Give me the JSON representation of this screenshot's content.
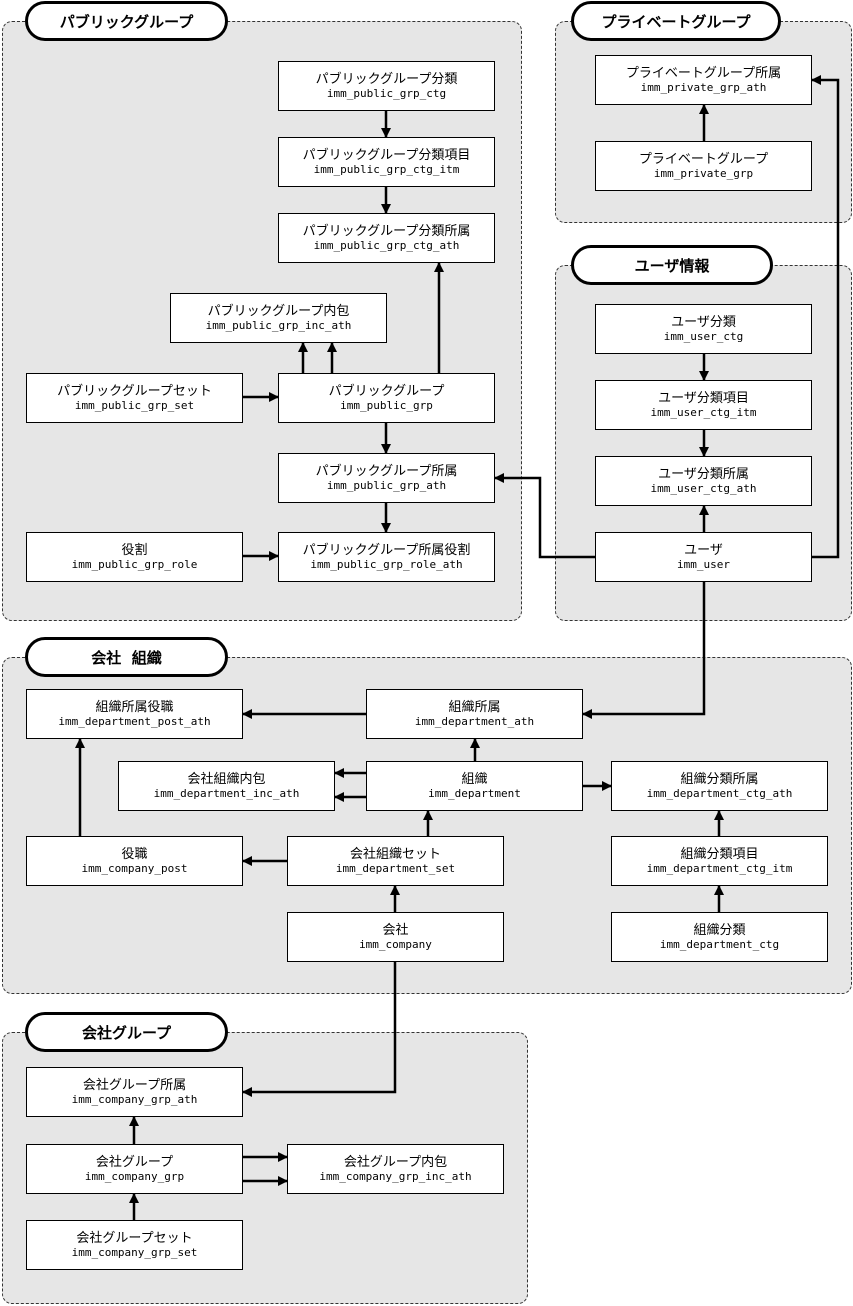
{
  "groups": {
    "public_group": "パブリックグループ",
    "private_group": "プライベートグループ",
    "user_info": "ユーザ情報",
    "company_org": "会社  組織",
    "company_group": "会社グループ"
  },
  "entities": {
    "public_grp_ctg": {
      "jp": "パブリックグループ分類",
      "en": "imm_public_grp_ctg"
    },
    "public_grp_ctg_itm": {
      "jp": "パブリックグループ分類項目",
      "en": "imm_public_grp_ctg_itm"
    },
    "public_grp_ctg_ath": {
      "jp": "パブリックグループ分類所属",
      "en": "imm_public_grp_ctg_ath"
    },
    "public_grp_inc_ath": {
      "jp": "パブリックグループ内包",
      "en": "imm_public_grp_inc_ath"
    },
    "public_grp_set": {
      "jp": "パブリックグループセット",
      "en": "imm_public_grp_set"
    },
    "public_grp": {
      "jp": "パブリックグループ",
      "en": "imm_public_grp"
    },
    "public_grp_ath": {
      "jp": "パブリックグループ所属",
      "en": "imm_public_grp_ath"
    },
    "public_grp_role": {
      "jp": "役割",
      "en": "imm_public_grp_role"
    },
    "public_grp_role_ath": {
      "jp": "パブリックグループ所属役割",
      "en": "imm_public_grp_role_ath"
    },
    "private_grp_ath": {
      "jp": "プライベートグループ所属",
      "en": "imm_private_grp_ath"
    },
    "private_grp": {
      "jp": "プライベートグループ",
      "en": "imm_private_grp"
    },
    "user_ctg": {
      "jp": "ユーザ分類",
      "en": "imm_user_ctg"
    },
    "user_ctg_itm": {
      "jp": "ユーザ分類項目",
      "en": "imm_user_ctg_itm"
    },
    "user_ctg_ath": {
      "jp": "ユーザ分類所属",
      "en": "imm_user_ctg_ath"
    },
    "user": {
      "jp": "ユーザ",
      "en": "imm_user"
    },
    "department_post_ath": {
      "jp": "組織所属役職",
      "en": "imm_department_post_ath"
    },
    "department_ath": {
      "jp": "組織所属",
      "en": "imm_department_ath"
    },
    "department_inc_ath": {
      "jp": "会社組織内包",
      "en": "imm_department_inc_ath"
    },
    "department": {
      "jp": "組織",
      "en": "imm_department"
    },
    "department_ctg_ath": {
      "jp": "組織分類所属",
      "en": "imm_department_ctg_ath"
    },
    "company_post": {
      "jp": "役職",
      "en": "imm_company_post"
    },
    "department_set": {
      "jp": "会社組織セット",
      "en": "imm_department_set"
    },
    "department_ctg_itm": {
      "jp": "組織分類項目",
      "en": "imm_department_ctg_itm"
    },
    "company": {
      "jp": "会社",
      "en": "imm_company"
    },
    "department_ctg": {
      "jp": "組織分類",
      "en": "imm_department_ctg"
    },
    "company_grp_ath": {
      "jp": "会社グループ所属",
      "en": "imm_company_grp_ath"
    },
    "company_grp": {
      "jp": "会社グループ",
      "en": "imm_company_grp"
    },
    "company_grp_inc_ath": {
      "jp": "会社グループ内包",
      "en": "imm_company_grp_inc_ath"
    },
    "company_grp_set": {
      "jp": "会社グループセット",
      "en": "imm_company_grp_set"
    }
  },
  "edges": [
    {
      "from": "public_grp_ctg",
      "to": "public_grp_ctg_itm"
    },
    {
      "from": "public_grp_ctg_itm",
      "to": "public_grp_ctg_ath"
    },
    {
      "from": "public_grp",
      "to": "public_grp_ctg_ath"
    },
    {
      "from": "public_grp",
      "to": "public_grp_inc_ath"
    },
    {
      "from": "public_grp",
      "to": "public_grp_inc_ath"
    },
    {
      "from": "public_grp_set",
      "to": "public_grp"
    },
    {
      "from": "public_grp",
      "to": "public_grp_ath"
    },
    {
      "from": "public_grp_ath",
      "to": "public_grp_role_ath"
    },
    {
      "from": "public_grp_role",
      "to": "public_grp_role_ath"
    },
    {
      "from": "user",
      "to": "public_grp_ath"
    },
    {
      "from": "private_grp",
      "to": "private_grp_ath"
    },
    {
      "from": "user",
      "to": "private_grp_ath"
    },
    {
      "from": "user_ctg",
      "to": "user_ctg_itm"
    },
    {
      "from": "user_ctg_itm",
      "to": "user_ctg_ath"
    },
    {
      "from": "user",
      "to": "user_ctg_ath"
    },
    {
      "from": "user",
      "to": "department_ath"
    },
    {
      "from": "department_ath",
      "to": "department_post_ath"
    },
    {
      "from": "company_post",
      "to": "department_post_ath"
    },
    {
      "from": "department",
      "to": "department_ath"
    },
    {
      "from": "department",
      "to": "department_inc_ath"
    },
    {
      "from": "department",
      "to": "department_inc_ath"
    },
    {
      "from": "department",
      "to": "department_ctg_ath"
    },
    {
      "from": "department_set",
      "to": "department"
    },
    {
      "from": "department_set",
      "to": "company_post"
    },
    {
      "from": "company",
      "to": "department_set"
    },
    {
      "from": "department_ctg",
      "to": "department_ctg_itm"
    },
    {
      "from": "department_ctg_itm",
      "to": "department_ctg_ath"
    },
    {
      "from": "company",
      "to": "company_grp_ath"
    },
    {
      "from": "company_grp",
      "to": "company_grp_ath"
    },
    {
      "from": "company_grp",
      "to": "company_grp_inc_ath"
    },
    {
      "from": "company_grp",
      "to": "company_grp_inc_ath"
    },
    {
      "from": "company_grp_set",
      "to": "company_grp"
    }
  ]
}
